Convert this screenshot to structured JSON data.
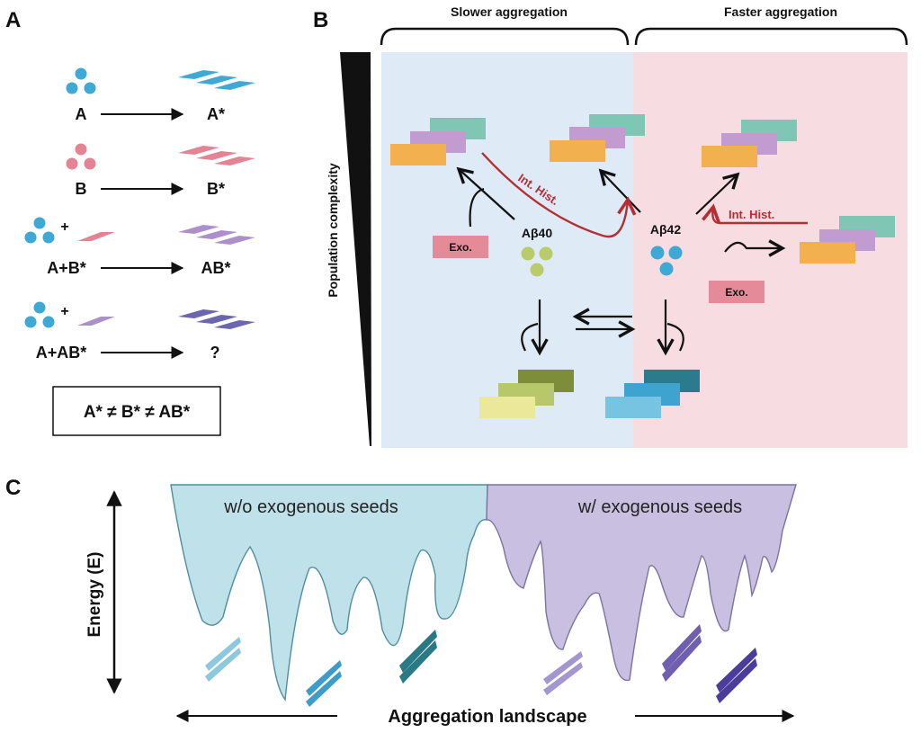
{
  "panel_a": {
    "letter": "A",
    "reactions": [
      {
        "reactant": "A",
        "product": "A*"
      },
      {
        "reactant": "B",
        "product": "B*"
      },
      {
        "reactant": "A+B*",
        "product": "AB*",
        "plus": "+"
      },
      {
        "reactant": "A+AB*",
        "product": "?",
        "plus": "+"
      }
    ],
    "summary": "A* ≠ B* ≠ AB*",
    "colors": {
      "a": "#3fa9d6",
      "b": "#e48394",
      "ab": "#ad90cb",
      "aab": "#6c66b0"
    }
  },
  "panel_b": {
    "letter": "B",
    "slower_label": "Slower aggregation",
    "faster_label": "Faster aggregation",
    "y_axis_label": "Population complexity",
    "ab40_label": "Aβ40",
    "ab42_label": "Aβ42",
    "exo_label": "Exo.",
    "int_hist_label": "Int. Hist.",
    "colors": {
      "slow_bg": "#deebf6",
      "fast_bg": "#f7dde2",
      "teal": "#7fc7b4",
      "violet": "#c29bd0",
      "orange": "#f2b04f",
      "exo_box": "#e58a99",
      "int_hist": "#b52e34",
      "ab40_monomer": "#b9cc6a",
      "ab42_monomer": "#3fa9d6",
      "ab40_fibrils": [
        "#7d8d38",
        "#b6c86a",
        "#ebe89a"
      ],
      "ab42_fibrils": [
        "#2c7a8e",
        "#3fa3d0",
        "#76c3e2"
      ]
    }
  },
  "panel_c": {
    "letter": "C",
    "y_axis_label": "Energy (E)",
    "x_axis_label": "Aggregation landscape",
    "left_region_label": "w/o exogenous seeds",
    "right_region_label": "w/ exogenous seeds",
    "colors": {
      "left_fill": "#bfe1ea",
      "left_stroke": "#4f8f9d",
      "right_fill": "#c9bfe0",
      "right_stroke": "#7d72a0",
      "left_fibrils": [
        "#8ec8dc",
        "#3e9cc8",
        "#2a7a86"
      ],
      "right_fibrils": [
        "#a497cf",
        "#6f5fae",
        "#4d3d9b"
      ]
    }
  }
}
